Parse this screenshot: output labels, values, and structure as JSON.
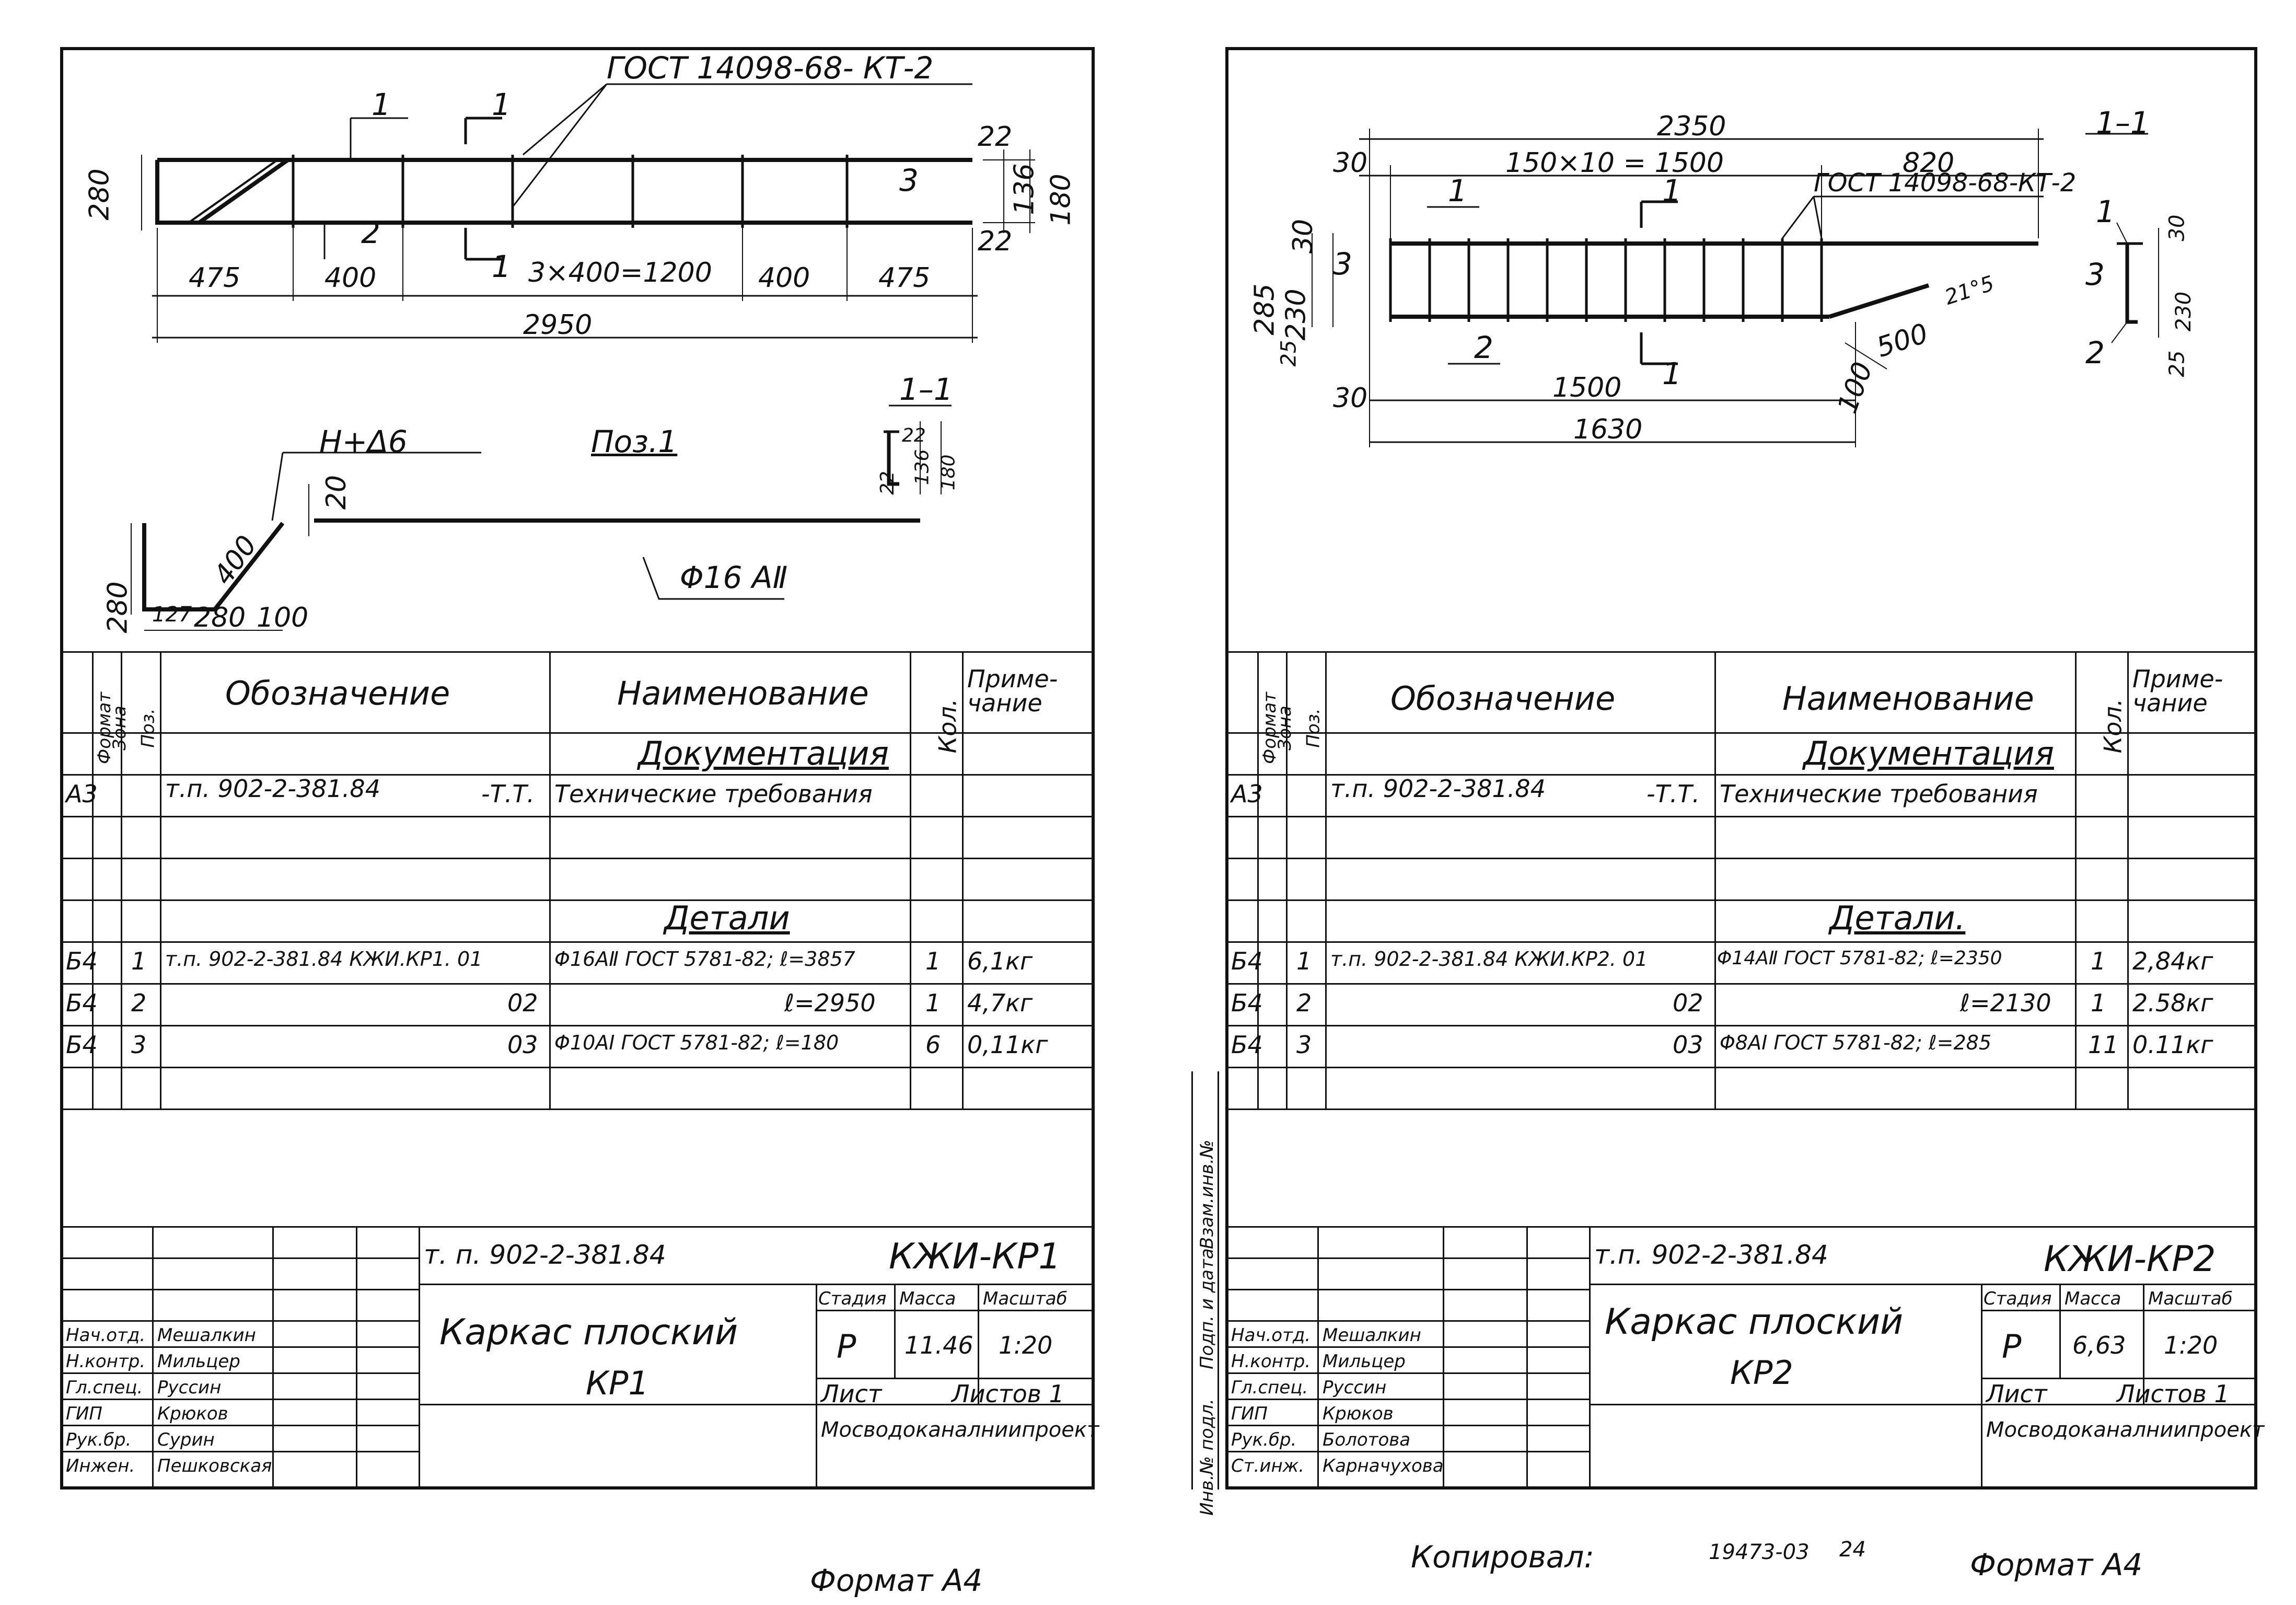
{
  "left": {
    "drawing": {
      "gost_label": "ГОСТ 14098-68- КТ-2",
      "section_mark": "1",
      "pos_labels": [
        "1",
        "2",
        "3"
      ],
      "dims": {
        "height": "280",
        "d1": "475",
        "d2": "400",
        "mid": "3×400=1200",
        "d4": "400",
        "d5": "475",
        "total": "2950",
        "right_top": "22",
        "right_mid": "136",
        "right_total": "180",
        "right_bot": "22"
      },
      "detail_title": "Поз.1",
      "bend_label": "Н+Δ6",
      "bend_dims": {
        "h": "280",
        "diag": "400",
        "b1": "127",
        "b2": "280",
        "b3": "100",
        "top": "20"
      },
      "bar_label": "Φ16 АⅡ",
      "section_title": "1–1",
      "section_dims": {
        "a": "22",
        "b": "136",
        "c": "180",
        "d": "22"
      }
    },
    "spec": {
      "headers": {
        "format": "Формат",
        "zone": "Зона",
        "pos": "Поз.",
        "designation": "Обозначение",
        "name": "Наименование",
        "qty": "Кол.",
        "note": "Приме-чание"
      },
      "doc_section": "Документация",
      "doc_row": {
        "format": "А3",
        "designation": "т.п. 902-2-381.84",
        "suffix": "-Т.Т.",
        "name": "Технические требования"
      },
      "parts_section": "Детали",
      "rows": [
        {
          "format": "Б4",
          "pos": "1",
          "designation": "т.п. 902-2-381.84 КЖИ.КР1. 01",
          "name": "Φ16АⅡ ГОСТ 5781-82; ℓ=3857",
          "qty": "1",
          "note": "6,1кг"
        },
        {
          "format": "Б4",
          "pos": "2",
          "designation": "02",
          "name": "ℓ=2950",
          "qty": "1",
          "note": "4,7кг"
        },
        {
          "format": "Б4",
          "pos": "3",
          "designation": "03",
          "name": "Φ10АⅠ ГОСТ 5781-82; ℓ=180",
          "qty": "6",
          "note": "0,11кг"
        }
      ]
    },
    "title_block": {
      "project": "т. п. 902-2-381.84",
      "code": "КЖИ-КР1",
      "title": "Каркас плоский",
      "subtitle": "КР1",
      "stage_h": "Стадия",
      "mass_h": "Масса",
      "scale_h": "Масштаб",
      "stage": "Р",
      "mass": "11.46",
      "scale": "1:20",
      "sheet_h": "Лист",
      "sheets_h": "Листов 1",
      "org": "Мосводоканалниипроект",
      "people": [
        {
          "role": "Нач.отд.",
          "name": "Мешалкин"
        },
        {
          "role": "Н.контр.",
          "name": "Мильцер"
        },
        {
          "role": "Гл.спец.",
          "name": "Руссин"
        },
        {
          "role": "ГИП",
          "name": "Крюков"
        },
        {
          "role": "Рук.бр.",
          "name": "Сурин"
        },
        {
          "role": "Инжен.",
          "name": "Пешковская"
        }
      ]
    },
    "format": "Формат А4"
  },
  "right": {
    "drawing": {
      "gost_label": "ГОСТ 14098-68-КТ-2",
      "dims": {
        "total_top": "2350",
        "left_off": "30",
        "spacing": "150×10 = 1500",
        "right_len": "820",
        "h_total": "285",
        "h_mid": "230",
        "h_top": "30",
        "h_bot": "25",
        "bottom_left": "30",
        "bottom_mid": "1500",
        "bottom_end": "100",
        "bottom_total": "1630",
        "diag": "500",
        "angle": "21°5"
      },
      "pos_labels": [
        "1",
        "2",
        "3"
      ],
      "section_mark": "1",
      "section_title": "1–1",
      "section_dims": {
        "top": "30",
        "mid": "230",
        "bot": "25"
      }
    },
    "spec": {
      "headers": {
        "format": "Формат",
        "zone": "Зона",
        "pos": "Поз.",
        "designation": "Обозначение",
        "name": "Наименование",
        "qty": "Кол.",
        "note": "Приме-чание"
      },
      "doc_section": "Документация",
      "doc_row": {
        "format": "А3",
        "designation": "т.п. 902-2-381.84",
        "suffix": "-Т.Т.",
        "name": "Технические требования"
      },
      "parts_section": "Детали.",
      "rows": [
        {
          "format": "Б4",
          "pos": "1",
          "designation": "т.п. 902-2-381.84 КЖИ.КР2. 01",
          "name": "Φ14АⅡ ГОСТ 5781-82; ℓ=2350",
          "qty": "1",
          "note": "2,84кг"
        },
        {
          "format": "Б4",
          "pos": "2",
          "designation": "02",
          "name": "ℓ=2130",
          "qty": "1",
          "note": "2.58кг"
        },
        {
          "format": "Б4",
          "pos": "3",
          "designation": "03",
          "name": "Φ8АⅠ ГОСТ 5781-82; ℓ=285",
          "qty": "11",
          "note": "0.11кг"
        }
      ]
    },
    "title_block": {
      "project": "т.п. 902-2-381.84",
      "code": "КЖИ-КР2",
      "title": "Каркас плоский",
      "subtitle": "КР2",
      "stage_h": "Стадия",
      "mass_h": "Масса",
      "scale_h": "Масштаб",
      "stage": "Р",
      "mass": "6,63",
      "scale": "1:20",
      "sheet_h": "Лист",
      "sheets_h": "Листов 1",
      "org": "Мосводоканалниипроект",
      "people": [
        {
          "role": "Нач.отд.",
          "name": "Мешалкин"
        },
        {
          "role": "Н.контр.",
          "name": "Мильцер"
        },
        {
          "role": "Гл.спец.",
          "name": "Руссин"
        },
        {
          "role": "ГИП",
          "name": "Крюков"
        },
        {
          "role": "Рук.бр.",
          "name": "Болотова"
        },
        {
          "role": "Ст.инж.",
          "name": "Карначухова"
        }
      ]
    },
    "side_labels": [
      "Взам.инв.№",
      "Подп. и дата",
      "Инв.№ подл."
    ],
    "copied": "Копировал:",
    "sheet_number": "19473-03",
    "sheet_index": "24",
    "format": "Формат А4"
  }
}
